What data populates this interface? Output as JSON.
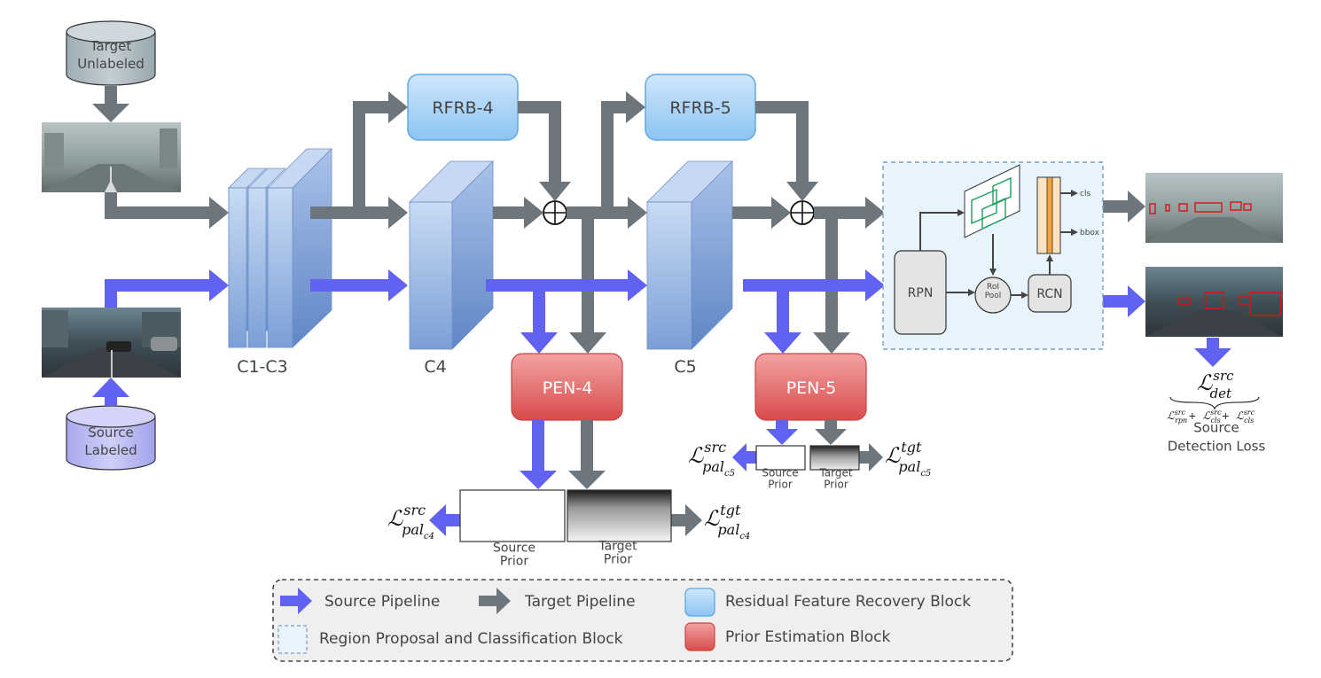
{
  "storage": {
    "target": "Target\nUnlabeled",
    "source": "Source\nLabeled"
  },
  "backbone": {
    "c1c3": "C1-C3",
    "c4": "C4",
    "c5": "C5"
  },
  "rfrb": {
    "b4": "RFRB-4",
    "b5": "RFRB-5"
  },
  "pen": {
    "p4": "PEN-4",
    "p5": "PEN-5"
  },
  "detector": {
    "rpn": "RPN",
    "roi_pool": "RoI\nPool",
    "rcn": "RCN",
    "cls": "cls",
    "bbox": "bbox"
  },
  "priors": {
    "source_prior": "Source\nPrior",
    "target_prior": "Target\nPrior"
  },
  "losses": {
    "symbol": "ℒ",
    "pal_sub": "pal",
    "c4_sub": "c4",
    "c5_sub": "c5",
    "src_sup": "src",
    "tgt_sup": "tgt",
    "det_sub": "det",
    "rpn_sub": "rpn",
    "cls_sub": "cls",
    "plus": "+",
    "source_detection_loss": "Source\nDetection Loss"
  },
  "legend": {
    "source_pipeline": "Source Pipeline",
    "target_pipeline": "Target Pipeline",
    "rfrb_block": "Residual Feature Recovery Block",
    "rpc_block": "Region Proposal and Classification Block",
    "prior_block": "Prior Estimation Block"
  },
  "colors": {
    "source_arrow": "#6161f2",
    "target_arrow": "#6e767d",
    "backbone": "#9cb8e4",
    "rfrb": "#a8d4f6",
    "pen": "#e36a6a",
    "detector_bg": "#e8f4fb",
    "storage_target": "#b4c1c8",
    "storage_source": "#bebef6",
    "legend_bg": "#efefef",
    "detection_box": "#e01010"
  }
}
